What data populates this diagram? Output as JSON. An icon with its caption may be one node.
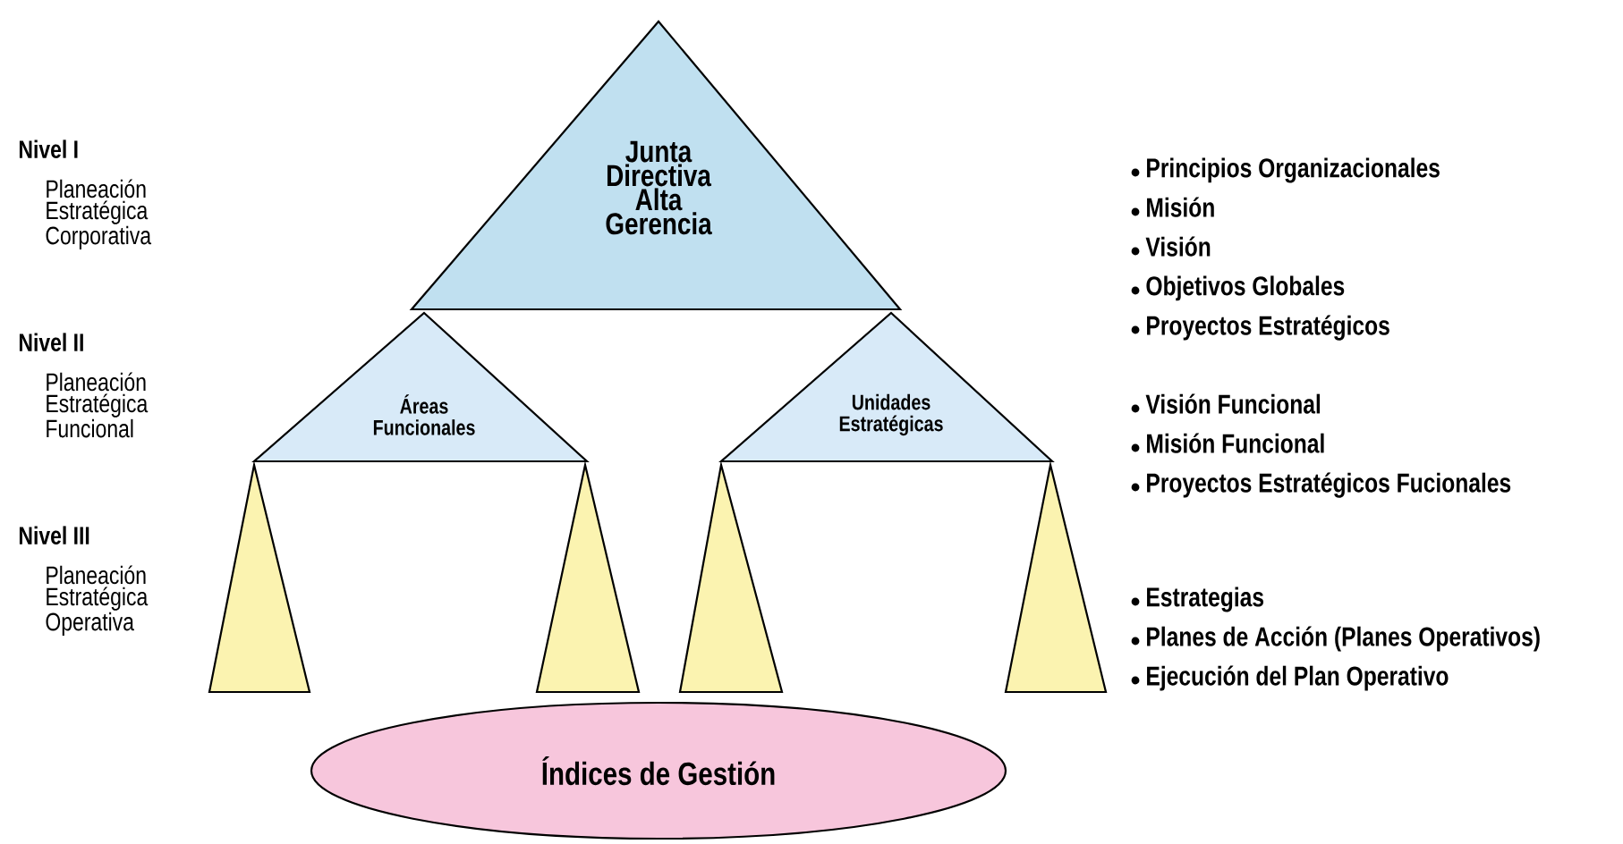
{
  "diagram": {
    "nodes": [
      {
        "text": [
          "Junta Directiva Alta Gerencia"
        ]
      },
      {
        "text": [
          "Áreas Funcionales"
        ]
      },
      {
        "text": [
          "Unidades Estratégicas"
        ]
      },
      {
        "text": [],
        "shape": "triangle"
      },
      {
        "text": [],
        "shape": "triangle"
      },
      {
        "text": [],
        "shape": "triangle"
      },
      {
        "text": [],
        "shape": "triangle"
      },
      {
        "text": [
          "Índices de Gestión"
        ]
      }
    ],
    "labels": [
      "Nivel I",
      "Planeación Estratégica Corporativa",
      "Principios Organizacionales",
      "Misión",
      "Visión",
      "Objetivos Globales",
      "Proyectos Estratégicos",
      "Nivel II",
      "Planeación Estratégica Funcional",
      "Visión Funcional",
      "Misión Funcional",
      "Proyectos Estratégicos Fucionales",
      "Nivel III",
      "Planeación Estratégica Operativa",
      "Estrategias",
      "Planes de Acción (Planes Operativos)",
      "Ejecución del Plan Operativo"
    ]
  }
}
